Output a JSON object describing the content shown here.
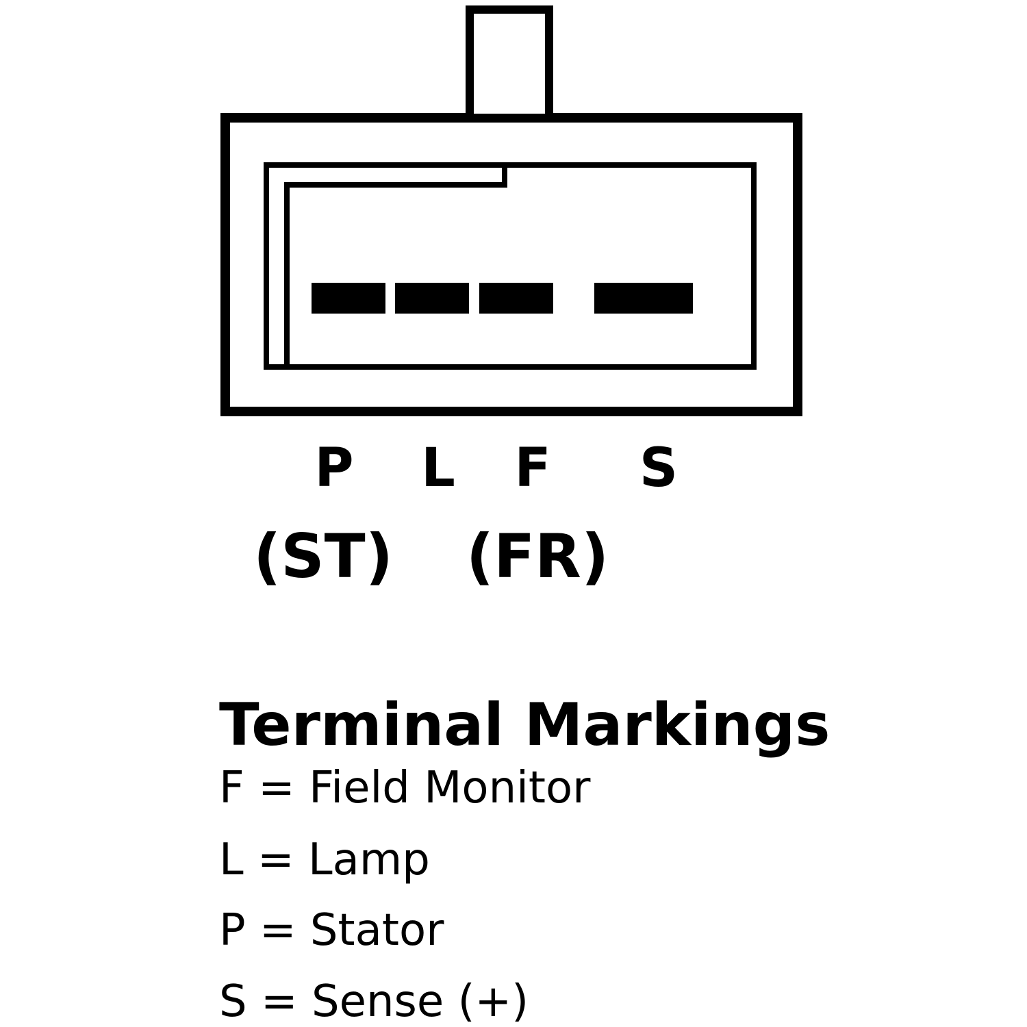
{
  "diagram": {
    "description": "Alternator regulator plug connector pinout diagram",
    "terminals": [
      {
        "label": "P"
      },
      {
        "label": "L"
      },
      {
        "label": "F"
      },
      {
        "label": "S"
      }
    ],
    "sub_labels": [
      {
        "label": "(ST)"
      },
      {
        "label": "(FR)"
      }
    ],
    "pin_bar_count": 4
  },
  "legend": {
    "title": "Terminal Markings",
    "entries": [
      {
        "text": "F = Field Monitor"
      },
      {
        "text": "L = Lamp"
      },
      {
        "text": "P = Stator"
      },
      {
        "text": "S = Sense (+)"
      }
    ]
  },
  "colors": {
    "ink": "#000000",
    "background": "#ffffff"
  }
}
